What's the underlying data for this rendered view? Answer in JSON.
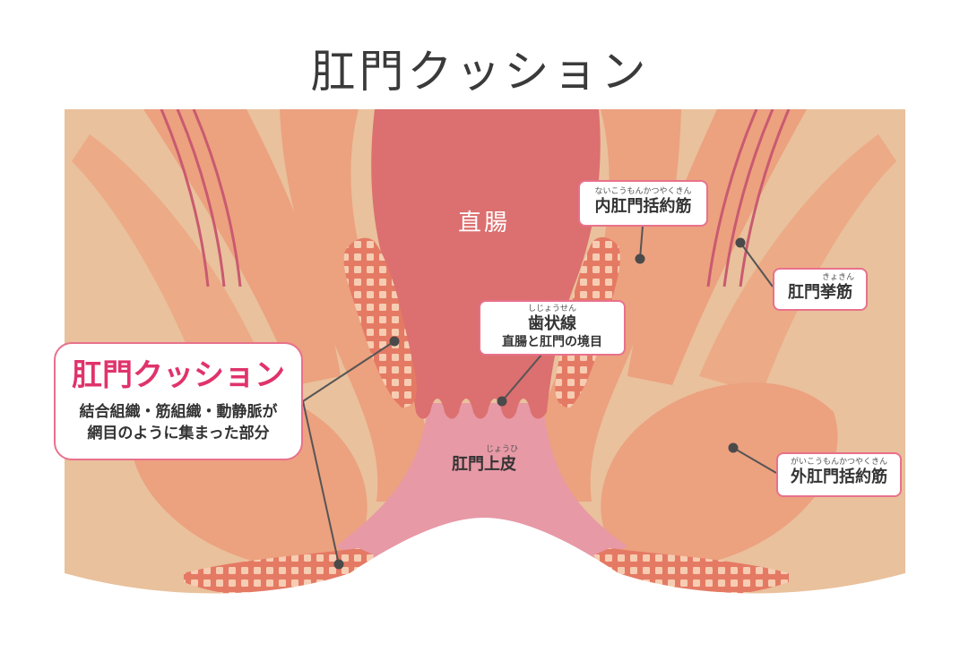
{
  "title": "肛門クッション",
  "labels": {
    "rectum": "直腸",
    "anoderm": {
      "ruby": "じょうひ",
      "text": "肛門上皮"
    },
    "internal_sphincter": {
      "ruby": "ないこうもんかつやくきん",
      "text": "内肛門括約筋"
    },
    "levator_ani": {
      "ruby": "きょきん",
      "text": "肛門挙筋"
    },
    "dentate_line": {
      "ruby": "しじょうせん",
      "text": "歯状線",
      "sub": "直腸と肛門の境目"
    },
    "external_sphincter": {
      "ruby": "がいこうもんかつやくきん",
      "text": "外肛門括約筋"
    },
    "cushion": {
      "title": "肛門クッション",
      "description": "結合組織・筋組織・動静脈が\n網目のように集まった部分"
    }
  },
  "colors": {
    "background_tissue": "#e9c19c",
    "muscle": "#eca17f",
    "rectum": "#dc6f6f",
    "anoderm": "#e799a6",
    "cushion_mesh": "#e57a64",
    "accent": "#e0336b",
    "label_border": "#e8718c"
  }
}
